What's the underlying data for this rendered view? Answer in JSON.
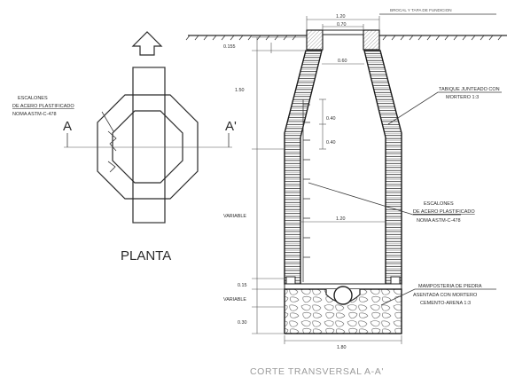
{
  "plan": {
    "title": "PLANTA",
    "section_left": "A",
    "section_right": "A'",
    "steps_label": [
      "ESCALONES",
      "DE ACERO PLASTIFICADO",
      "NOMA ASTM-C-478"
    ]
  },
  "section": {
    "title": "CORTE TRANSVERSAL A-A'",
    "top_note": "BROCAL Y TAPA DE FUNDICION",
    "wall_label": [
      "TABIQUE JUNTEADO CON",
      "MORTERO 1:3"
    ],
    "steps_label": [
      "ESCALONES",
      "DE ACERO PLASTIFICADO",
      "NOMA ASTM-C-478"
    ],
    "base_label": [
      "MAMPOSTERIA DE PIEDRA",
      "ASENTADA CON MORTERO",
      "CEMENTO-ARENA 1:3"
    ]
  },
  "dimensions": {
    "top_outer": "1.20",
    "top_inner": "0.70",
    "neck_inner": "0.60",
    "collar": "0.155",
    "cone_height": "1.50",
    "step_a": "0.40",
    "step_b": "0.40",
    "body_height": "VARIABLE",
    "body_inner": "1.20",
    "floor": "0.15",
    "channel": "VARIABLE",
    "base": "0.30",
    "base_width": "1.80"
  }
}
